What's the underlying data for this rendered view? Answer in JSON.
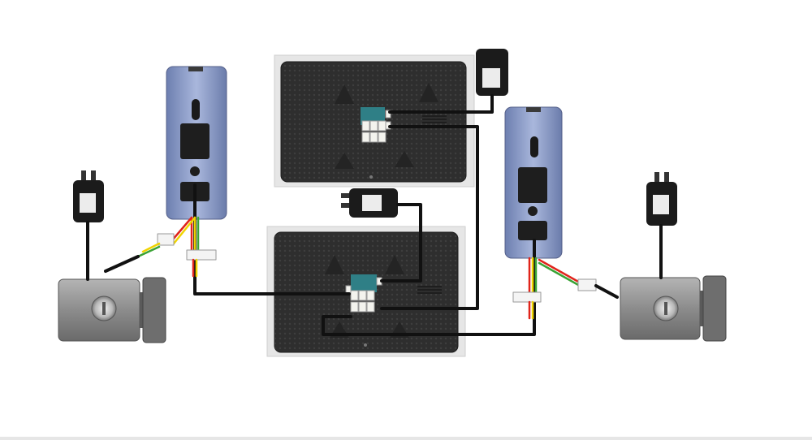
{
  "diagram": {
    "components": [
      {
        "id": "monitor-top",
        "type": "indoor-monitor"
      },
      {
        "id": "monitor-bottom",
        "type": "indoor-monitor"
      },
      {
        "id": "doorbell-left",
        "type": "outdoor-camera-panel"
      },
      {
        "id": "doorbell-right",
        "type": "outdoor-camera-panel"
      },
      {
        "id": "lock-left",
        "type": "electric-lock"
      },
      {
        "id": "lock-right",
        "type": "electric-lock"
      },
      {
        "id": "adapter-left",
        "type": "power-adapter"
      },
      {
        "id": "adapter-top",
        "type": "power-adapter"
      },
      {
        "id": "adapter-middle",
        "type": "power-adapter"
      },
      {
        "id": "adapter-right",
        "type": "power-adapter"
      }
    ],
    "connections": [
      {
        "from": "adapter-top",
        "to": "monitor-top"
      },
      {
        "from": "adapter-middle",
        "to": "monitor-bottom"
      },
      {
        "from": "monitor-top",
        "to": "monitor-bottom"
      },
      {
        "from": "doorbell-left",
        "to": "monitor-bottom"
      },
      {
        "from": "doorbell-right",
        "to": "monitor-bottom"
      },
      {
        "from": "adapter-left",
        "to": "lock-left"
      },
      {
        "from": "adapter-right",
        "to": "lock-right"
      },
      {
        "from": "doorbell-left",
        "to": "lock-left"
      },
      {
        "from": "doorbell-right",
        "to": "lock-right"
      }
    ],
    "colors": {
      "panel_blue": "#8a9cc8",
      "monitor_black": "#2c2c2c",
      "monitor_frame": "#e4e4e4",
      "lock_steel": "#8a8a8a",
      "wire_black": "#111111",
      "wire_red": "#e0241b",
      "wire_yellow": "#f0d400",
      "wire_green": "#3aa335",
      "terminal_teal": "#2f7f86"
    }
  }
}
